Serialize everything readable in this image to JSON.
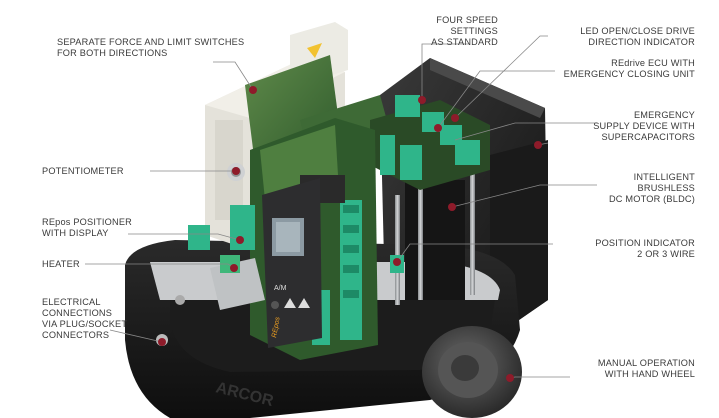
{
  "accent_color": "#8e1b2a",
  "brand": {
    "logo_text": "ARCOR"
  },
  "device": {
    "display_brand": "REpos"
  },
  "labels": {
    "separate_switches": "SEPARATE FORCE AND LIMIT SWITCHES\nFOR BOTH DIRECTIONS",
    "potentiometer": "POTENTIOMETER",
    "repos_positioner": "REpos POSITIONER\nWITH DISPLAY",
    "heater": "HEATER",
    "electrical_connections": "ELECTRICAL\nCONNECTIONS\nVIA PLUG/SOCKET\nCONNECTORS",
    "four_speed": "FOUR SPEED\nSETTINGS\nAS STANDARD",
    "led_indicator": "LED OPEN/CLOSE DRIVE\nDIRECTION INDICATOR",
    "redrive_ecu": "REdrive ECU WITH\nEMERGENCY CLOSING UNIT",
    "emergency_supply": "EMERGENCY\nSUPPLY DEVICE WITH\nSUPERCAPACITORS",
    "bldc_motor": "INTELLIGENT\nBRUSHLESS\nDC MOTOR (BLDC)",
    "position_indicator": "POSITION INDICATOR\n2 OR 3 WIRE",
    "manual_operation": "MANUAL OPERATION\nWITH HAND WHEEL"
  }
}
